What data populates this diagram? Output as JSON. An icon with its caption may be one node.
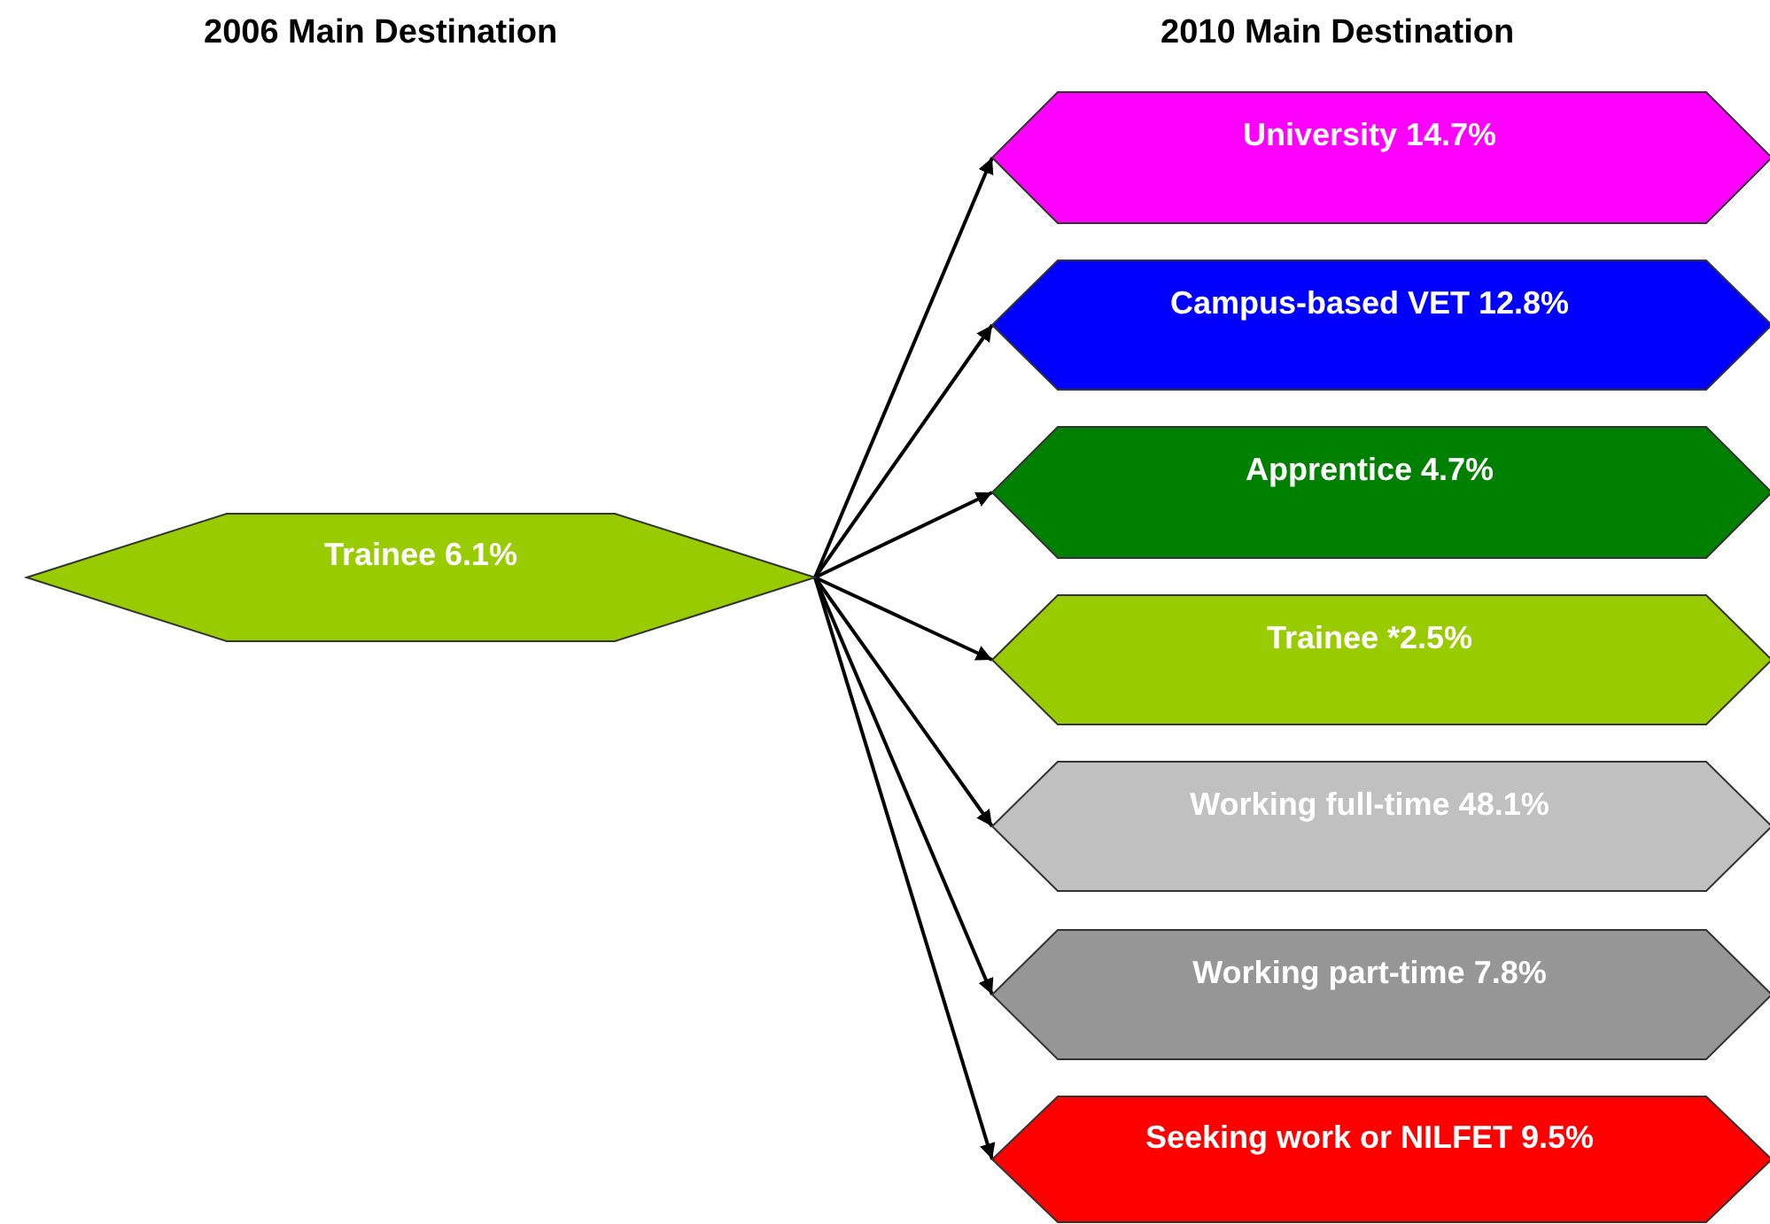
{
  "diagram": {
    "nodes": [
      {
        "text": [
          "Trainee 6.1%"
        ]
      },
      {
        "text": [
          "University 14.7%"
        ]
      },
      {
        "text": [
          "Campus-based VET 12.8%"
        ]
      },
      {
        "text": [
          "Apprentice 4.7%"
        ]
      },
      {
        "text": [
          "Trainee *2.5%"
        ]
      },
      {
        "text": [
          "Working full-time 48.1%"
        ]
      },
      {
        "text": [
          "Working part-time 7.8%"
        ]
      },
      {
        "text": [
          "Seeking work or NILFET 9.5%"
        ]
      }
    ],
    "edges": [
      {
        "from": 0,
        "to": 1,
        "arrow": "to"
      },
      {
        "from": 0,
        "to": 2,
        "arrow": "to"
      },
      {
        "from": 0,
        "to": 3,
        "arrow": "to"
      },
      {
        "from": 0,
        "to": 4,
        "arrow": "to"
      },
      {
        "from": 0,
        "to": 5,
        "arrow": "to"
      },
      {
        "from": 0,
        "to": 6,
        "arrow": "to"
      },
      {
        "from": 0,
        "to": 7,
        "arrow": "to"
      }
    ],
    "labels": [
      "2006 Main Destination",
      "2010 Main Destination"
    ]
  }
}
